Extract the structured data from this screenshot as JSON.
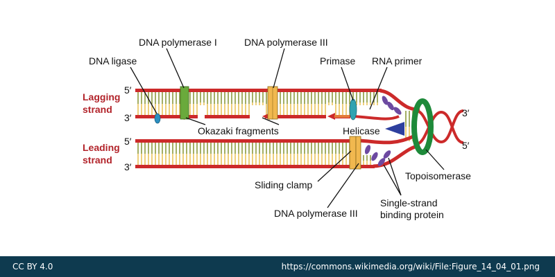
{
  "diagram": {
    "labels": {
      "dna_ligase": "DNA ligase",
      "dna_polymerase_i": "DNA polymerase I",
      "dna_polymerase_iii_top": "DNA polymerase III",
      "primase": "Primase",
      "rna_primer": "RNA primer",
      "okazaki_fragments": "Okazaki fragments",
      "helicase": "Helicase",
      "lagging_strand_line1": "Lagging",
      "lagging_strand_line2": "strand",
      "leading_strand_line1": "Leading",
      "leading_strand_line2": "strand",
      "sliding_clamp": "Sliding clamp",
      "dna_polymerase_iii_bottom": "DNA polymerase III",
      "single_strand_line1": "Single-strand",
      "single_strand_line2": "binding protein",
      "topoisomerase": "Topoisomerase"
    },
    "strand_ends": {
      "lag_top": "5′",
      "lag_bottom": "3′",
      "lead_top": "5′",
      "lead_bottom": "3′",
      "parent_top": "3′",
      "parent_bottom": "5′"
    },
    "colors": {
      "strand_red": "#cc2a2a",
      "base_green": "#8c9a3c",
      "base_yellow": "#e9c35a",
      "pol_iii_yellow": "#f1b84f",
      "pol_i_green": "#6aaa3c",
      "ligase_blue": "#2b8fc1",
      "primase_teal": "#2fa3b1",
      "helicase_blue": "#2d3f9e",
      "topoisomerase_green": "#1e8a3a",
      "ssb_purple": "#6d4aa1",
      "side_label_red": "#b2232a"
    }
  },
  "footer": {
    "license": "CC BY 4.0",
    "source": "https://commons.wikimedia.org/wiki/File:Figure_14_04_01.png"
  }
}
